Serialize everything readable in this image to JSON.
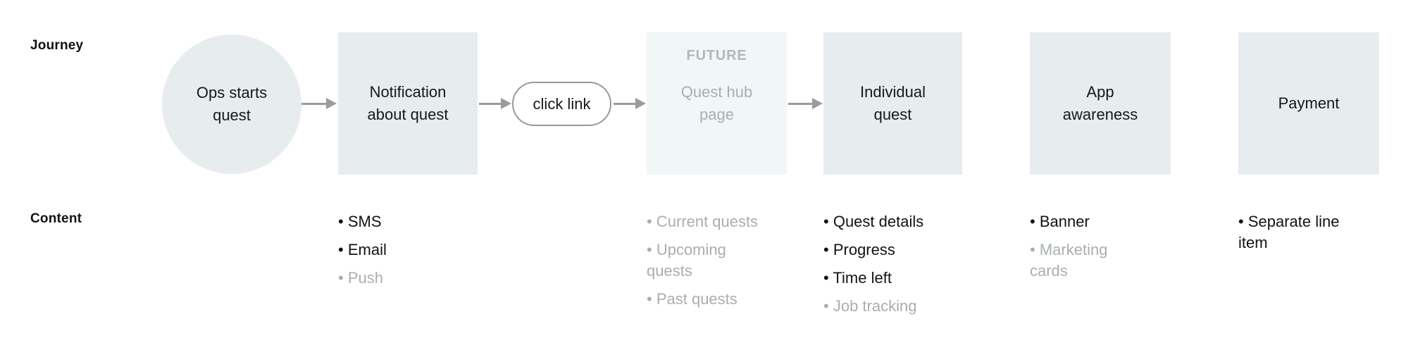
{
  "row_labels": {
    "journey": "Journey",
    "content": "Content"
  },
  "flow": {
    "ops_starts_quest": {
      "shape": "circle",
      "label": "Ops starts\nquest"
    },
    "notification_about_quest": {
      "shape": "box",
      "label": "Notification\nabout quest",
      "content": [
        {
          "text": "SMS",
          "muted": false
        },
        {
          "text": "Email",
          "muted": false
        },
        {
          "text": "Push",
          "muted": true
        }
      ]
    },
    "click_link": {
      "shape": "pill",
      "label": "click link"
    },
    "quest_hub_page": {
      "shape": "box",
      "tag": "FUTURE",
      "muted": true,
      "label": "Quest hub\npage",
      "content": [
        {
          "text": "Current quests",
          "muted": true
        },
        {
          "text": "Upcoming\nquests",
          "muted": true
        },
        {
          "text": "Past quests",
          "muted": true
        }
      ]
    },
    "individual_quest": {
      "shape": "box",
      "label": "Individual\nquest",
      "content": [
        {
          "text": "Quest details",
          "muted": false
        },
        {
          "text": "Progress",
          "muted": false
        },
        {
          "text": "Time left",
          "muted": false
        },
        {
          "text": "Job tracking",
          "muted": true
        }
      ]
    },
    "app_awareness": {
      "shape": "box",
      "label": "App\nawareness",
      "content": [
        {
          "text": "Banner",
          "muted": false
        },
        {
          "text": "Marketing\ncards",
          "muted": true
        }
      ]
    },
    "payment": {
      "shape": "box",
      "label": "Payment",
      "content": [
        {
          "text": "Separate line\nitem",
          "muted": false
        }
      ]
    }
  },
  "colors": {
    "node_fill": "#e7edef",
    "future_node_fill": "#f1f6f7",
    "text": "#131313",
    "muted_text": "#a9aeb1",
    "future_tag_text": "#b2b7ba",
    "arrow": "#9a9b9d",
    "pill_border": "#98999b",
    "background": "#ffffff"
  }
}
